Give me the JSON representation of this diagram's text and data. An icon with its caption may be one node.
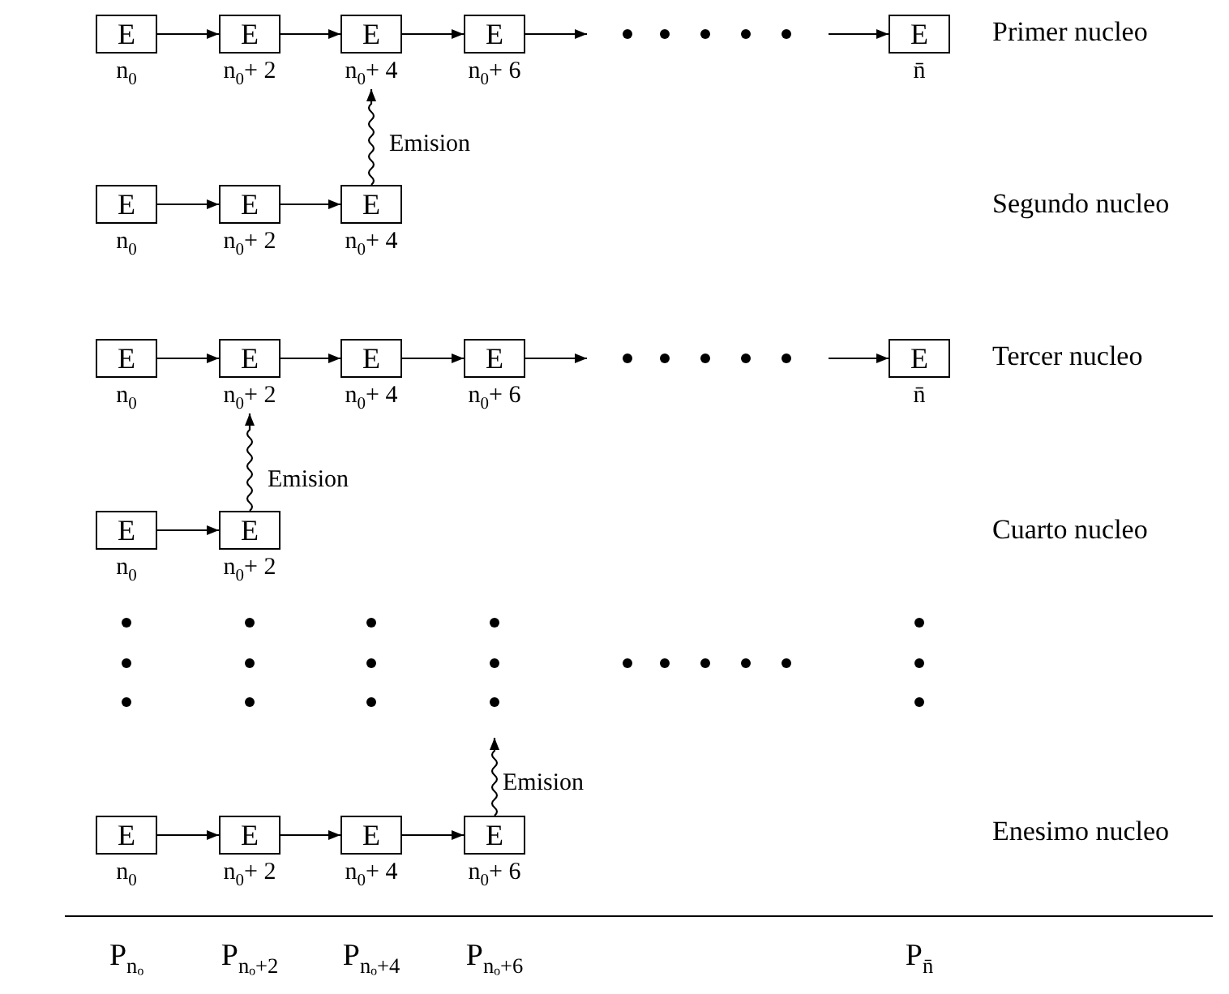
{
  "diagram": {
    "nodes": [
      {
        "text": [
          "E"
        ],
        "beside": [
          "n$_{0}$"
        ]
      },
      {
        "text": [
          "E"
        ],
        "beside": [
          "n$_{0}$+ 2"
        ]
      },
      {
        "text": [
          "E"
        ],
        "beside": [
          "n$_{0}$+ 4"
        ]
      },
      {
        "text": [
          "E"
        ],
        "beside": [
          "n$_{0}$+ 6"
        ]
      },
      {
        "text": [
          "E"
        ],
        "beside": [
          "n̄"
        ]
      },
      {
        "text": [
          "E"
        ],
        "beside": [
          "n$_{0}$"
        ]
      },
      {
        "text": [
          "E"
        ],
        "beside": [
          "n$_{0}$+ 2"
        ]
      },
      {
        "text": [
          "E"
        ],
        "beside": [
          "n$_{0}$+ 4"
        ]
      },
      {
        "text": [
          "E"
        ],
        "beside": [
          "n$_{0}$"
        ]
      },
      {
        "text": [
          "E"
        ],
        "beside": [
          "n$_{0}$+ 2"
        ]
      },
      {
        "text": [
          "E"
        ],
        "beside": [
          "n$_{0}$+ 4"
        ]
      },
      {
        "text": [
          "E"
        ],
        "beside": [
          "n$_{0}$+ 6"
        ]
      },
      {
        "text": [
          "E"
        ],
        "beside": [
          "n̄"
        ]
      },
      {
        "text": [
          "E"
        ],
        "beside": [
          "n$_{0}$"
        ]
      },
      {
        "text": [
          "E"
        ],
        "beside": [
          "n$_{0}$+ 2"
        ]
      },
      {
        "text": [
          "E"
        ],
        "beside": [
          "n$_{0}$"
        ]
      },
      {
        "text": [
          "E"
        ],
        "beside": [
          "n$_{0}$+ 2"
        ]
      },
      {
        "text": [
          "E"
        ],
        "beside": [
          "n$_{0}$+ 4"
        ]
      },
      {
        "text": [
          "E"
        ],
        "beside": [
          "n$_{0}$+ 6"
        ]
      }
    ],
    "edges": [
      {
        "from": 0,
        "to": 1,
        "arrow": "to"
      },
      {
        "from": 1,
        "to": 2,
        "arrow": "to"
      },
      {
        "from": 2,
        "to": 3,
        "arrow": "to"
      },
      {
        "from": 3,
        "to": null,
        "arrow": "to"
      },
      {
        "from": null,
        "to": 4,
        "arrow": "to"
      },
      {
        "from": 5,
        "to": 6,
        "arrow": "to"
      },
      {
        "from": 6,
        "to": 7,
        "arrow": "to"
      },
      {
        "from": 7,
        "to": 2,
        "arrow": "to",
        "label": "Emision"
      },
      {
        "from": 8,
        "to": 9,
        "arrow": "to"
      },
      {
        "from": 9,
        "to": 10,
        "arrow": "to"
      },
      {
        "from": 10,
        "to": 11,
        "arrow": "to"
      },
      {
        "from": 11,
        "to": null,
        "arrow": "to"
      },
      {
        "from": null,
        "to": 12,
        "arrow": "to"
      },
      {
        "from": 13,
        "to": 14,
        "arrow": "to"
      },
      {
        "from": 14,
        "to": 9,
        "arrow": "to",
        "label": "Emision"
      },
      {
        "from": 15,
        "to": 16,
        "arrow": "to"
      },
      {
        "from": 16,
        "to": 17,
        "arrow": "to"
      },
      {
        "from": 17,
        "to": 18,
        "arrow": "to"
      },
      {
        "from": 18,
        "to": null,
        "arrow": "to",
        "label": "Emision"
      }
    ],
    "labels": [
      "Primer nucleo",
      "Segundo nucleo",
      "Tercer nucleo",
      "Cuarto nucleo",
      "Enesimo nucleo",
      "P$_{nₒ}$",
      "P$_{nₒ+2}$",
      "P$_{nₒ+4}$",
      "P$_{nₒ+6}$",
      "P$_{n̄}$"
    ]
  }
}
